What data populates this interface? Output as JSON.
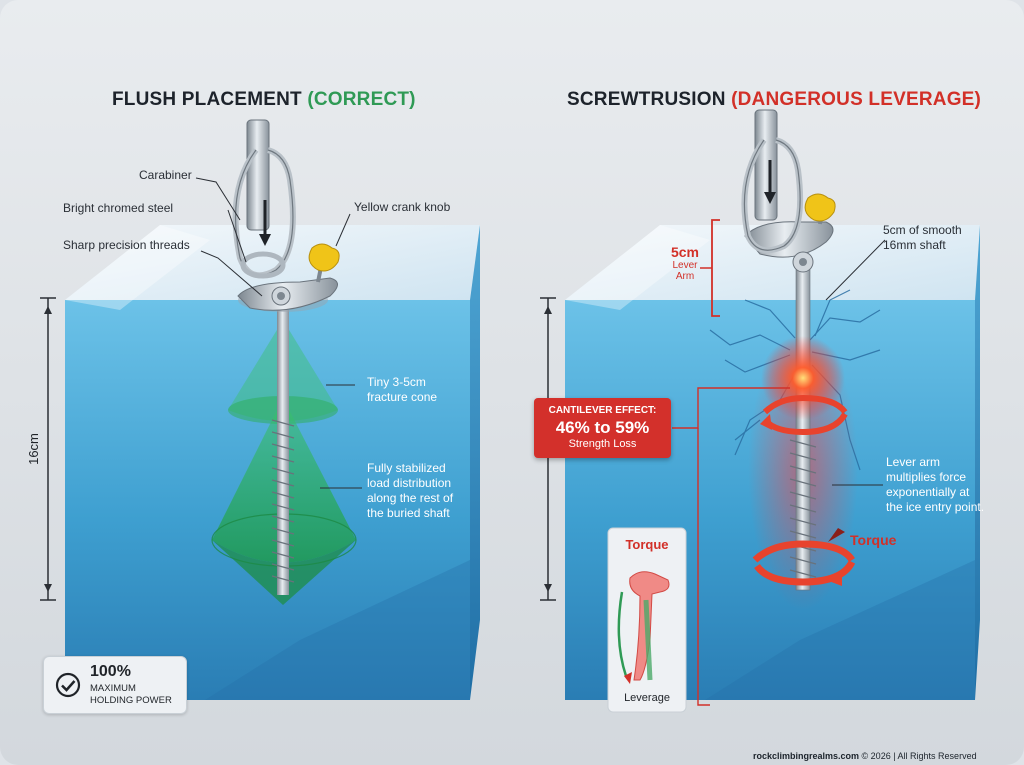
{
  "left_panel": {
    "title": "FLUSH PLACEMENT",
    "title_tag": "(CORRECT)",
    "callouts": {
      "carabiner": "Carabiner",
      "steel": "Bright chromed steel",
      "threads": "Sharp precision threads",
      "knob": "Yellow crank knob",
      "fracture_cone": [
        "Tiny 3-5cm",
        "fracture cone"
      ],
      "load": [
        "Fully stabilized",
        "load distribution",
        "along the rest of",
        "the buried shaft"
      ]
    },
    "depth_label": "16cm",
    "badge": {
      "percent": "100%",
      "line1": "MAXIMUM",
      "line2": "HOLDING POWER"
    }
  },
  "right_panel": {
    "title": "SCREWTRUSION",
    "title_tag": "(DANGEROUS LEVERAGE)",
    "shaft_note": [
      "5cm of smooth",
      "16mm shaft"
    ],
    "lever_arm": {
      "value": "5cm",
      "line1": "Lever",
      "line2": "Arm"
    },
    "cantilever": {
      "heading": "CANTILEVER EFFECT:",
      "value": "46% to 59%",
      "sub": "Strength Loss"
    },
    "lever_note": [
      "Lever arm",
      "multiplies force",
      "exponentially at",
      "the ice entry point."
    ],
    "torque_label": "Torque",
    "inset": {
      "title": "Torque",
      "caption": "Leverage"
    }
  },
  "footer": {
    "site": "rockclimbingrealms.com",
    "rest": " © 2026 | All Rights Reserved"
  },
  "colors": {
    "correct_green": "#2f9a55",
    "danger_red": "#d23028",
    "ice_blue": "#4aa9d6"
  }
}
